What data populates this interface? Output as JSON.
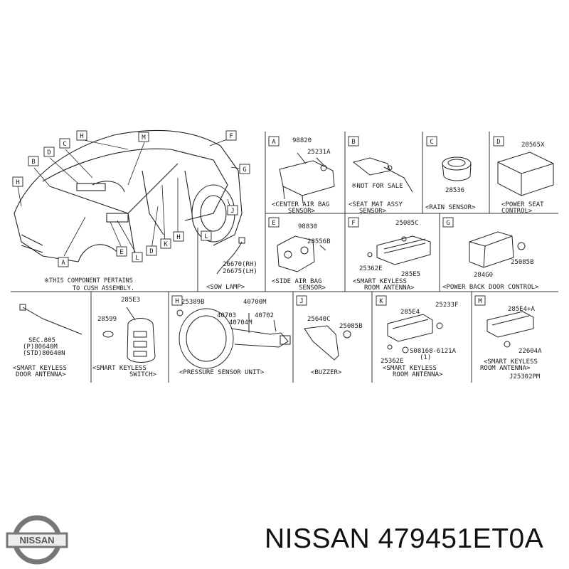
{
  "callout_letters": [
    "A",
    "B",
    "C",
    "D",
    "E",
    "F",
    "G",
    "H",
    "J",
    "K",
    "L",
    "M"
  ],
  "note": {
    "line1": "※THIS COMPONENT PERTAINS",
    "line2": "TO CUSH ASSEMBLY."
  },
  "panels": {
    "A": {
      "parts": [
        "98820",
        "25231A"
      ],
      "cap1": "<CENTER AIR BAG",
      "cap2": "SENSOR>"
    },
    "B": {
      "notes": [
        "※NOT FOR SALE"
      ],
      "cap1": "<SEAT MAT ASSY",
      "cap2": "SENSOR>"
    },
    "C": {
      "parts": [
        "28536"
      ],
      "cap1": "<RAIN SENSOR>"
    },
    "D": {
      "parts": [
        "28565X"
      ],
      "cap1": "<POWER SEAT",
      "cap2": "CONTROL>"
    },
    "E": {
      "parts": [
        "98830",
        "28556B"
      ],
      "cap1": "<SIDE AIR BAG",
      "cap2": "SENSOR>"
    },
    "F": {
      "parts": [
        "25085C",
        "25362E",
        "285E5"
      ],
      "cap1": "<SMART KEYLESS",
      "cap2": "ROOM ANTENNA>"
    },
    "G": {
      "parts": [
        "284G0",
        "25085B"
      ],
      "cap1": "<POWER BACK DOOR CONTROL>"
    },
    "L": {
      "parts": [
        "26670(RH)",
        "26675(LH)"
      ],
      "cap1": "<SOW LAMP>"
    },
    "S": {
      "parts": [
        "SEC.805",
        "(P)80640M",
        "(STD)80640N"
      ],
      "cap1": "<SMART KEYLESS",
      "cap2": "DOOR ANTENNA>"
    },
    "SW": {
      "parts": [
        "285E3",
        "28599"
      ],
      "cap1": "<SMART KEYLESS",
      "cap2": "SWITCH>"
    },
    "H": {
      "parts": [
        "25389B",
        "40700M",
        "40703",
        "40702",
        "40704M"
      ],
      "cap1": "<PRESSURE SENSOR UNIT>"
    },
    "J": {
      "parts": [
        "25640C",
        "25085B"
      ],
      "cap1": "<BUZZER>"
    },
    "K": {
      "parts": [
        "285E4",
        "25233F",
        "25362E",
        "S08168-6121A",
        "(1)"
      ],
      "cap1": "<SMART KEYLESS",
      "cap2": "ROOM ANTENNA>"
    },
    "M": {
      "parts": [
        "285E4+A",
        "22604A"
      ],
      "cap1": "<SMART KEYLESS",
      "cap2": "ROOM ANTENNA>"
    }
  },
  "drawing_code": "J25302PM",
  "logo": {
    "text": "NISSAN"
  },
  "brand_caption": "NISSAN 479451ET0A"
}
